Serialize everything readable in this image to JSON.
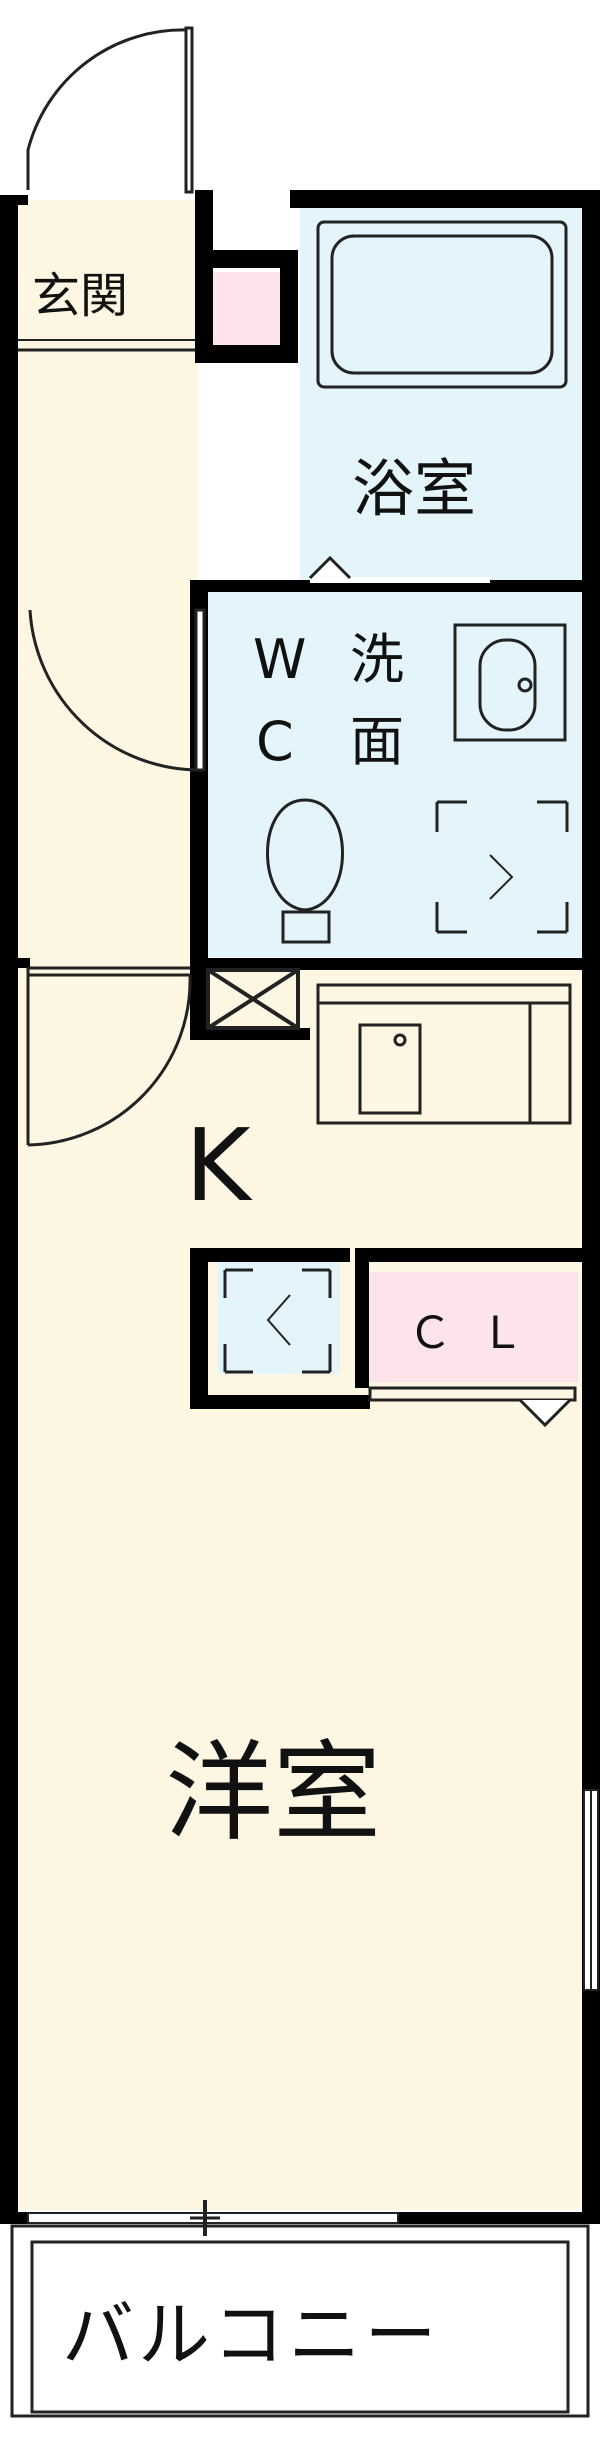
{
  "floorplan": {
    "labels": {
      "genkan": "玄関",
      "bath": "浴室",
      "wc_w": "W",
      "wc_c": "C",
      "washroom_top": "洗",
      "washroom_bottom": "面",
      "kitchen": "K",
      "closet": "ＣＬ",
      "western_room": "洋室",
      "balcony": "バルコニー"
    },
    "colors": {
      "wall": "#000000",
      "floor": "#fdf6e3",
      "wet_area": "#e4f4fb",
      "closet": "#fde4ea",
      "entrance_step": "#fde4ea",
      "line": "#222222"
    }
  }
}
